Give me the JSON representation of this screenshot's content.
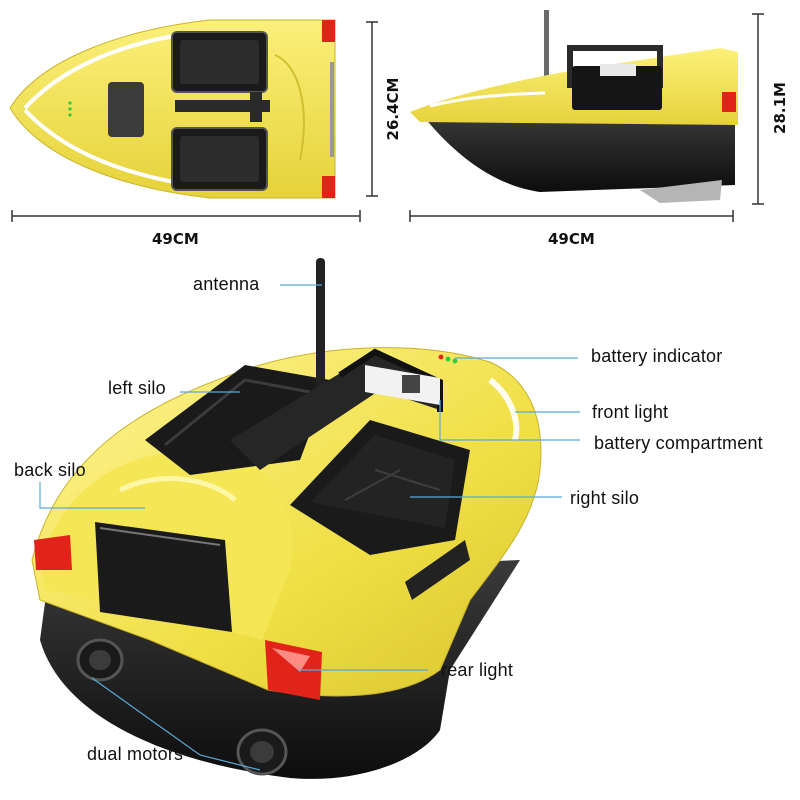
{
  "dimensions": {
    "top_length": "49CM",
    "top_width": "26.4CM",
    "side_length": "49CM",
    "side_height": "28.1M"
  },
  "callouts": {
    "antenna": "antenna",
    "battery_indicator": "battery indicator",
    "left_silo": "left silo",
    "front_light": "front light",
    "battery_compartment": "battery compartment",
    "back_silo": "back silo",
    "right_silo": "right silo",
    "rear_light": "rear light",
    "dual_motors": "dual motors"
  },
  "colors": {
    "hull_yellow": "#f3e44c",
    "hull_dark": "#1c1c1c",
    "light_red": "#e2231a",
    "callout_line": "#5aa9d6"
  }
}
